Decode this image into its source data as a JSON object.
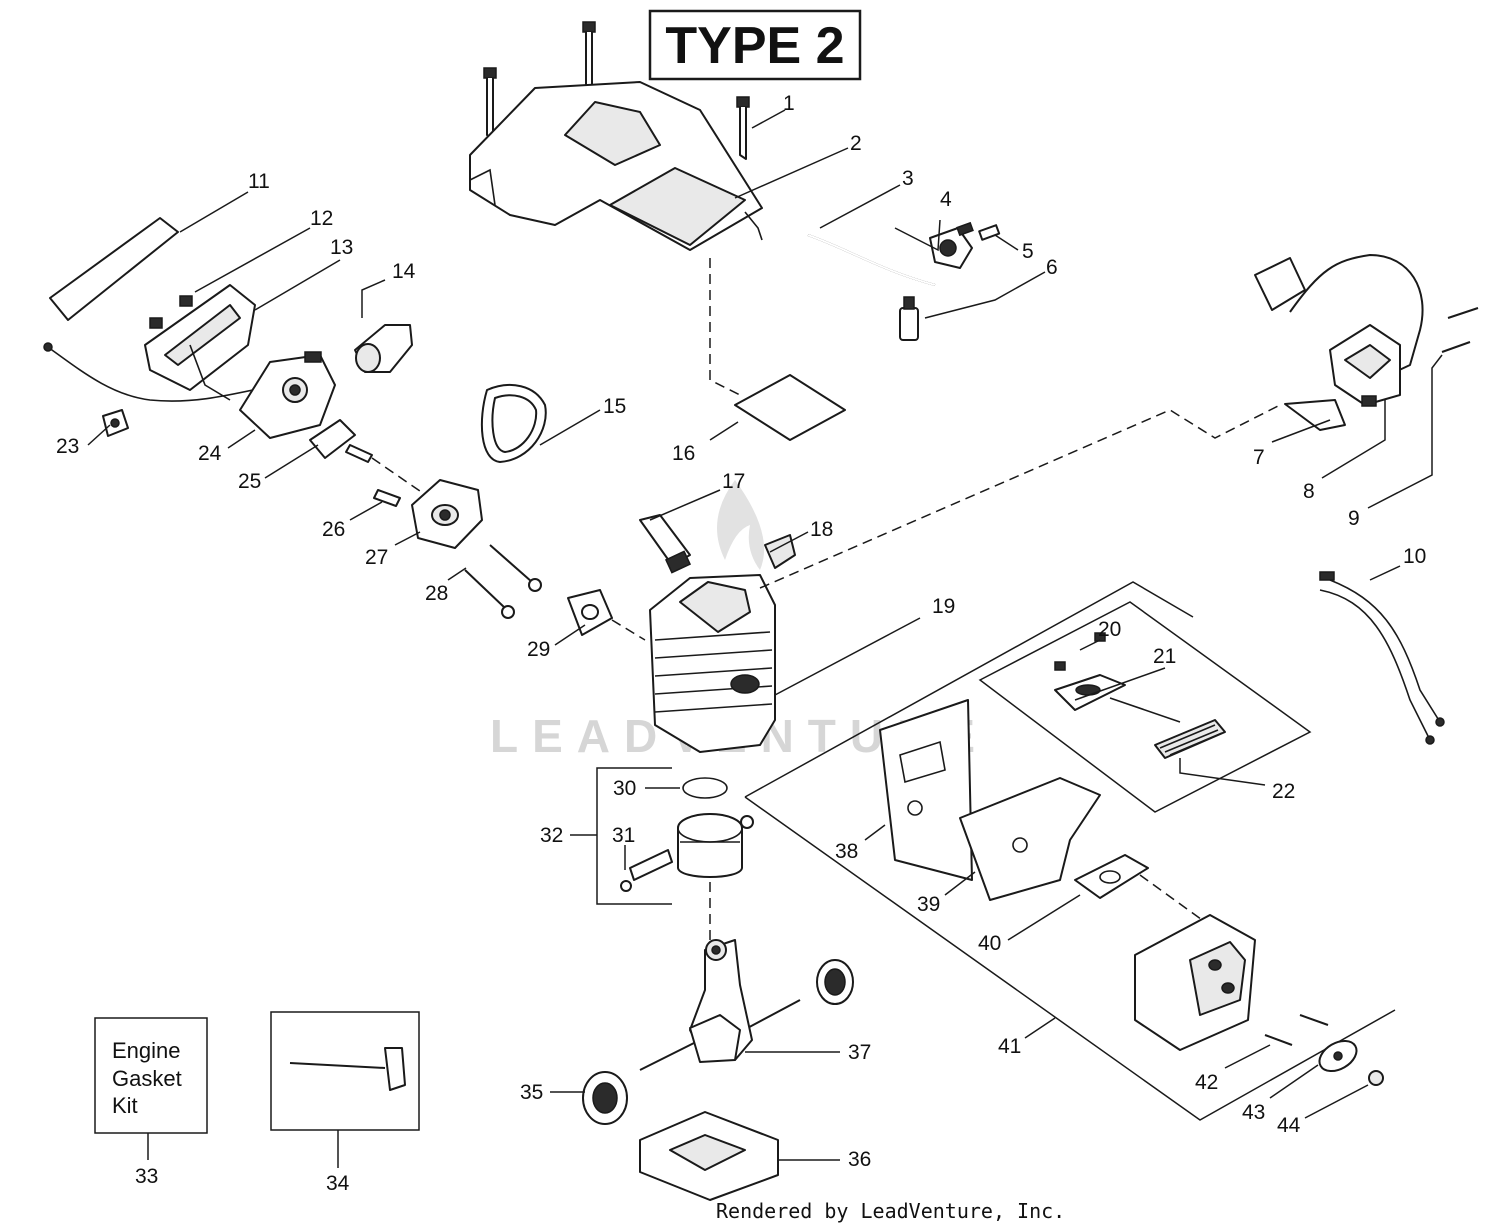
{
  "title": "TYPE 2",
  "watermark": "LEADVENTURE",
  "credit": "Rendered by LeadVenture, Inc.",
  "kit_box": {
    "line1": "Engine",
    "line2": "Gasket",
    "line3": "Kit"
  },
  "callouts": {
    "c1": "1",
    "c2": "2",
    "c3": "3",
    "c4": "4",
    "c5": "5",
    "c6": "6",
    "c7": "7",
    "c8": "8",
    "c9": "9",
    "c10": "10",
    "c11": "11",
    "c12": "12",
    "c13": "13",
    "c14": "14",
    "c15": "15",
    "c16": "16",
    "c17": "17",
    "c18": "18",
    "c19": "19",
    "c20": "20",
    "c21": "21",
    "c22": "22",
    "c23": "23",
    "c24": "24",
    "c25": "25",
    "c26": "26",
    "c27": "27",
    "c28": "28",
    "c29": "29",
    "c30": "30",
    "c31": "31",
    "c32": "32",
    "c33": "33",
    "c34": "34",
    "c35": "35",
    "c36": "36",
    "c37": "37",
    "c38": "38",
    "c39": "39",
    "c40": "40",
    "c41": "41",
    "c42": "42",
    "c43": "43",
    "c44": "44"
  }
}
